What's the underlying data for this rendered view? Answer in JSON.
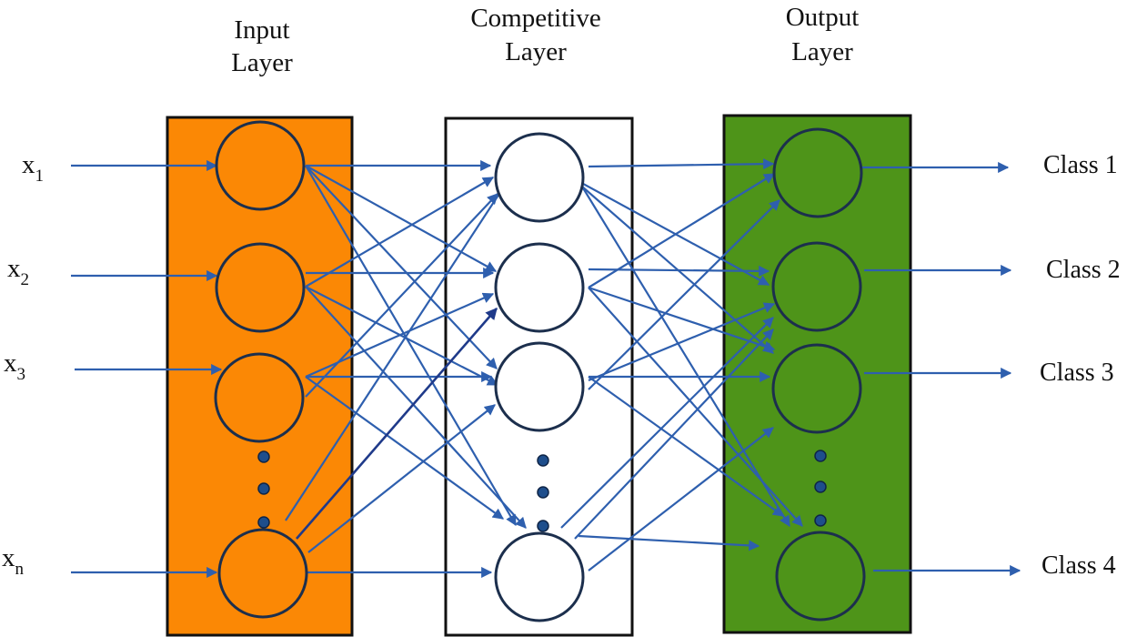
{
  "layers": [
    {
      "title_line1": "Input",
      "title_line2": "Layer",
      "fill": "#fb8805"
    },
    {
      "title_line1": "Competitive",
      "title_line2": "Layer",
      "fill": "#ffffff"
    },
    {
      "title_line1": "Output",
      "title_line2": "Layer",
      "fill": "#4e9419"
    }
  ],
  "inputs": [
    {
      "base": "x",
      "sub": "1"
    },
    {
      "base": "x",
      "sub": "2"
    },
    {
      "base": "x",
      "sub": "3"
    },
    {
      "base": "x",
      "sub": "n"
    }
  ],
  "outputs": [
    {
      "label": "Class 1"
    },
    {
      "label": "Class 2"
    },
    {
      "label": "Class 3"
    },
    {
      "label": "Class 4"
    }
  ],
  "colors": {
    "input_layer": "#fb8805",
    "competitive_layer": "#ffffff",
    "output_layer": "#4e9419",
    "connection": "#2e5fae",
    "neuron_stroke": "#1c2f4d",
    "ellipsis_dot": "#1e4e8c"
  }
}
